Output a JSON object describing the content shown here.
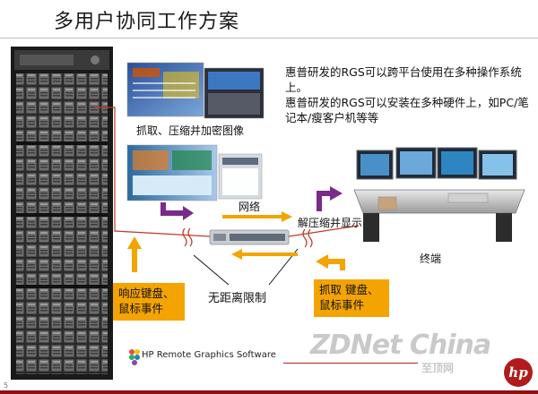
{
  "title": "多用户协同工作方案",
  "description": {
    "line1": "惠普研发的RGS可以跨平台使用在多种操作系统上。",
    "line2": "惠普研发的RGS可以安装在多种硬件上，如PC/笔记本/瘦客户机等等"
  },
  "labels": {
    "capture_compress": "抓取、压缩并加密图像",
    "network": "网络",
    "decompress_display": "解压缩并显示",
    "terminal": "终端",
    "no_distance_limit": "无距离限制"
  },
  "boxes": {
    "respond": [
      "响应键盘、",
      "鼠标事件"
    ],
    "capture": [
      "抓取 键盘、",
      "鼠标事件"
    ]
  },
  "footer": {
    "rgs_name": "HP Remote Graphics Software",
    "page_number": "5",
    "watermark_main": "ZDNet China",
    "watermark_sub": "至顶网",
    "hp_logo_text": "hp"
  },
  "colors": {
    "orange": "#f4a400",
    "purple": "#7a2a8a",
    "red_line": "#c0392b",
    "hp_red": "#b11b1b"
  }
}
